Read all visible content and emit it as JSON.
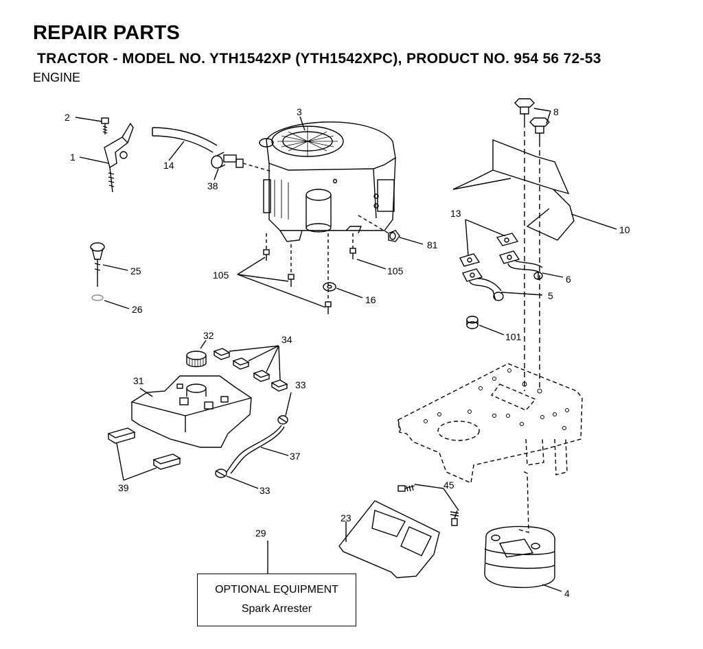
{
  "header": {
    "title": "REPAIR PARTS",
    "subtitle": "TRACTOR - MODEL NO. YTH1542XP (YTH1542XPC), PRODUCT NO. 954 56 72-53",
    "section": "ENGINE"
  },
  "callouts": {
    "c1": "1",
    "c2": "2",
    "c3": "3",
    "c4": "4",
    "c5": "5",
    "c6": "6",
    "c8": "8",
    "c10": "10",
    "c13": "13",
    "c14": "14",
    "c16": "16",
    "c23": "23",
    "c25": "25",
    "c26": "26",
    "c29": "29",
    "c31": "31",
    "c32": "32",
    "c33a": "33",
    "c33b": "33",
    "c34": "34",
    "c37": "37",
    "c38": "38",
    "c39": "39",
    "c45": "45",
    "c81": "81",
    "c101": "101",
    "c105a": "105",
    "c105b": "105"
  },
  "optional_box": {
    "title": "OPTIONAL EQUIPMENT",
    "item": "Spark Arrester"
  }
}
